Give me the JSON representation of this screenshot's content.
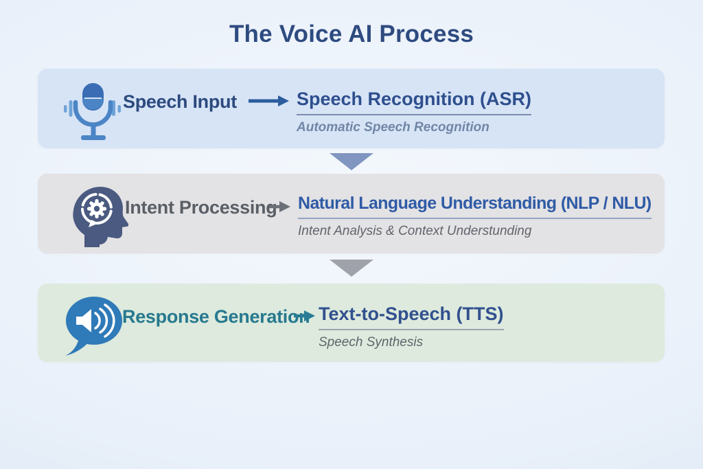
{
  "title": "The Voice AI Process",
  "title_color": "#2e4b80",
  "background": {
    "gradient_center": "#f4f8fd",
    "gradient_edge": "#d4e2f3"
  },
  "steps": [
    {
      "label": "Speech Input",
      "heading": "Speech Recognition (ASR)",
      "subtitle": "Automatic Speech Recognition",
      "icon": "microphone-icon",
      "card_bg": "#d7e4f6",
      "label_color": "#2c4a7d",
      "heading_color": "#2e4f8e",
      "subtitle_color": "#7186a6",
      "underline_color": "#7b8cac",
      "arrow_color": "#2b5c9e"
    },
    {
      "label": "Intent Processing",
      "heading": "Natural Language Understanding (NLP / NLU)",
      "subtitle": "Intent Analysis & Context Understunding",
      "icon": "head-gears-icon",
      "card_bg": "#e3e2e4",
      "label_color": "#5a5f66",
      "heading_color": "#2f5ba6",
      "subtitle_color": "#60656c",
      "underline_color": "#93a3c4",
      "arrow_color": "#6b7078"
    },
    {
      "label": "Response Generation",
      "heading": "Text-to-Speech (TTS)",
      "subtitle": "Speech Synthesis",
      "icon": "speech-bubble-speaker-icon",
      "card_bg": "#ddeadd",
      "label_color": "#27798f",
      "heading_color": "#31508e",
      "subtitle_color": "#60656c",
      "underline_color": "#9aa4b2",
      "arrow_color": "#2a7d96"
    }
  ],
  "connectors": [
    {
      "shape": "triangle-down",
      "color": "#8195c1"
    },
    {
      "shape": "triangle-down",
      "color": "#9fa2aa"
    }
  ],
  "icon_colors": {
    "mic_dark": "#3a6db4",
    "mic_mid": "#4c85c6",
    "mic_light": "#6fa3d8",
    "mic_highlight": "#d7e4f6",
    "head": "#4a5a80",
    "bubble": "#2f7ab8",
    "white": "#ffffff"
  }
}
